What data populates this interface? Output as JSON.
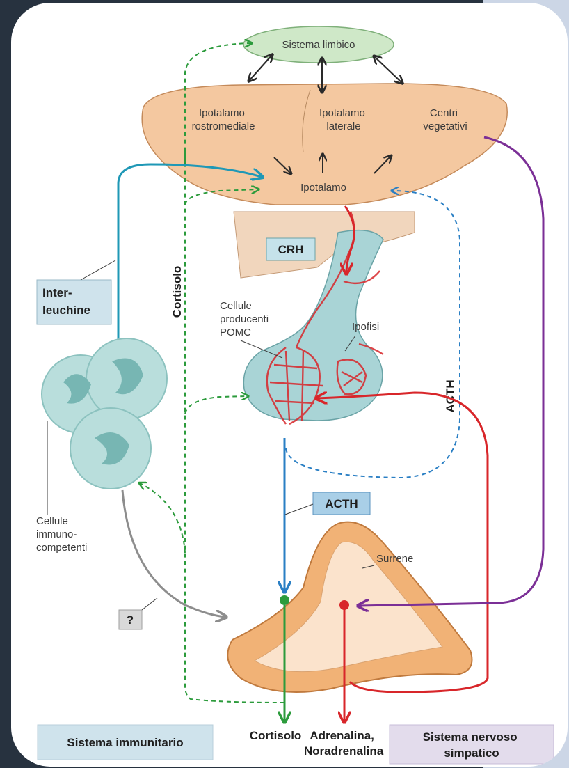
{
  "colors": {
    "background": "#27323f",
    "accent_right": "#ccd6e6",
    "hypothalamus_fill": "#f4c8a0",
    "limbic_fill": "#cfe8c8",
    "pituitary_fill": "#a9d4d6",
    "adrenal_fill": "#f1b276",
    "green_cortisol": "#2c9b3c",
    "blue_acth": "#2a7fc4",
    "red_path": "#d8262a",
    "purple_path": "#7b2f96",
    "interleukin_blue": "#1f98b6",
    "gray_arrow": "#8d8d8d"
  },
  "diagram": {
    "limbic_system": "Sistema limbico",
    "hypothalamus_rostromedial": [
      "Ipotalamo",
      "rostromediale"
    ],
    "hypothalamus_lateral": [
      "Ipotalamo",
      "laterale"
    ],
    "vegetative_centers": [
      "Centri",
      "vegetativi"
    ],
    "hypothalamus": "Ipotalamo",
    "crh": "CRH",
    "pomc_cells": [
      "Cellule",
      "producenti",
      "POMC"
    ],
    "hypophysis": "Ipofisi",
    "acth_vertical": "ACTH",
    "acth_box": "ACTH",
    "cortisol_vertical": "Cortisolo",
    "interleukins": [
      "Inter-",
      "leuchine"
    ],
    "immune_cells": [
      "Cellule",
      "immuno-",
      "competenti"
    ],
    "question_box": "?",
    "adrenal": "Surrene",
    "cortisol_output": "Cortisolo",
    "catecholamines_output": [
      "Adrenalina,",
      "Noradrenalina"
    ],
    "immune_system_box": "Sistema immunitario",
    "sympathetic_system_box": [
      "Sistema nervoso",
      "simpatico"
    ]
  }
}
